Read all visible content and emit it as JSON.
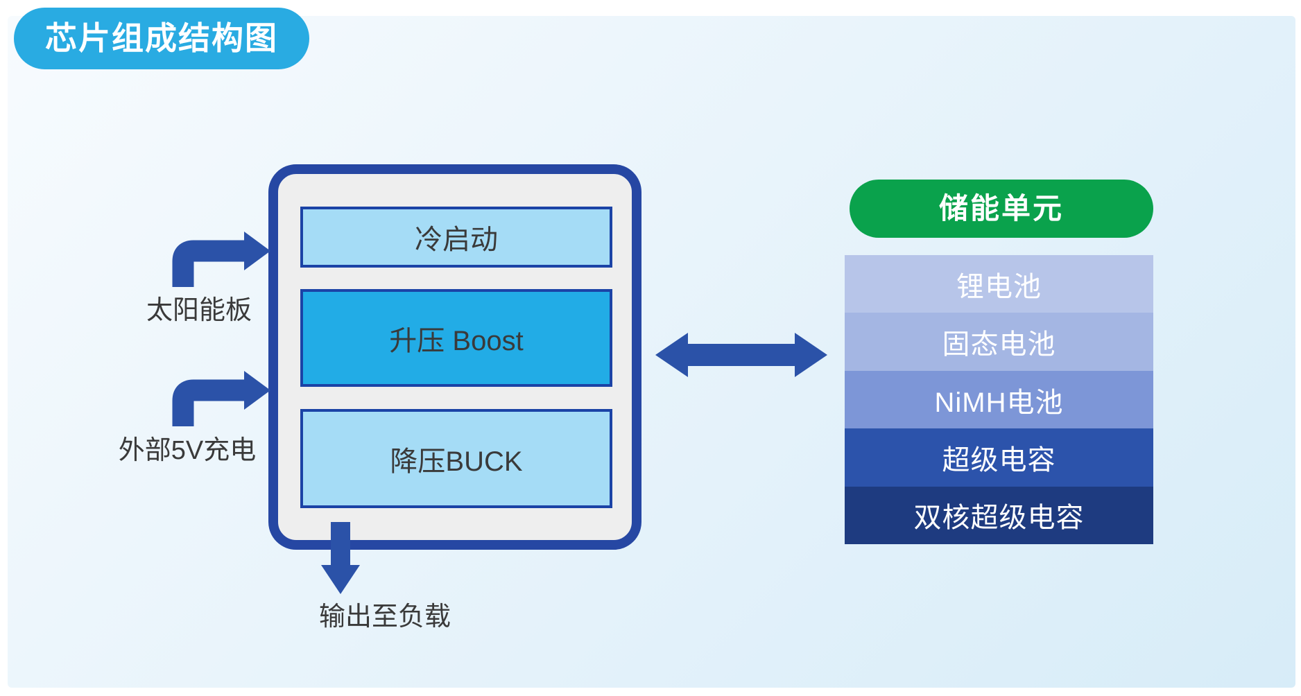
{
  "title": "芯片组成结构图",
  "chip": {
    "blocks": [
      {
        "id": "cold-start",
        "label": "冷启动",
        "color": "#A5DCF6"
      },
      {
        "id": "boost",
        "label": "升压 Boost",
        "color": "#22ACE6"
      },
      {
        "id": "buck",
        "label": "降压BUCK",
        "color": "#A5DCF6"
      }
    ]
  },
  "inputs": [
    {
      "label": "太阳能板"
    },
    {
      "label": "外部5V充电"
    }
  ],
  "output": {
    "label": "输出至负载"
  },
  "storage": {
    "title": "储能单元",
    "items": [
      {
        "label": "锂电池",
        "color": "#B7C5E9"
      },
      {
        "label": "固态电池",
        "color": "#A4B6E3"
      },
      {
        "label": "NiMH电池",
        "color": "#7D96D7"
      },
      {
        "label": "超级电容",
        "color": "#2C53AB"
      },
      {
        "label": "双核超级电容",
        "color": "#1E3B80"
      }
    ]
  },
  "colors": {
    "title_badge": "#29ABE2",
    "storage_badge": "#0AA24C",
    "arrow": "#2B52A8"
  }
}
